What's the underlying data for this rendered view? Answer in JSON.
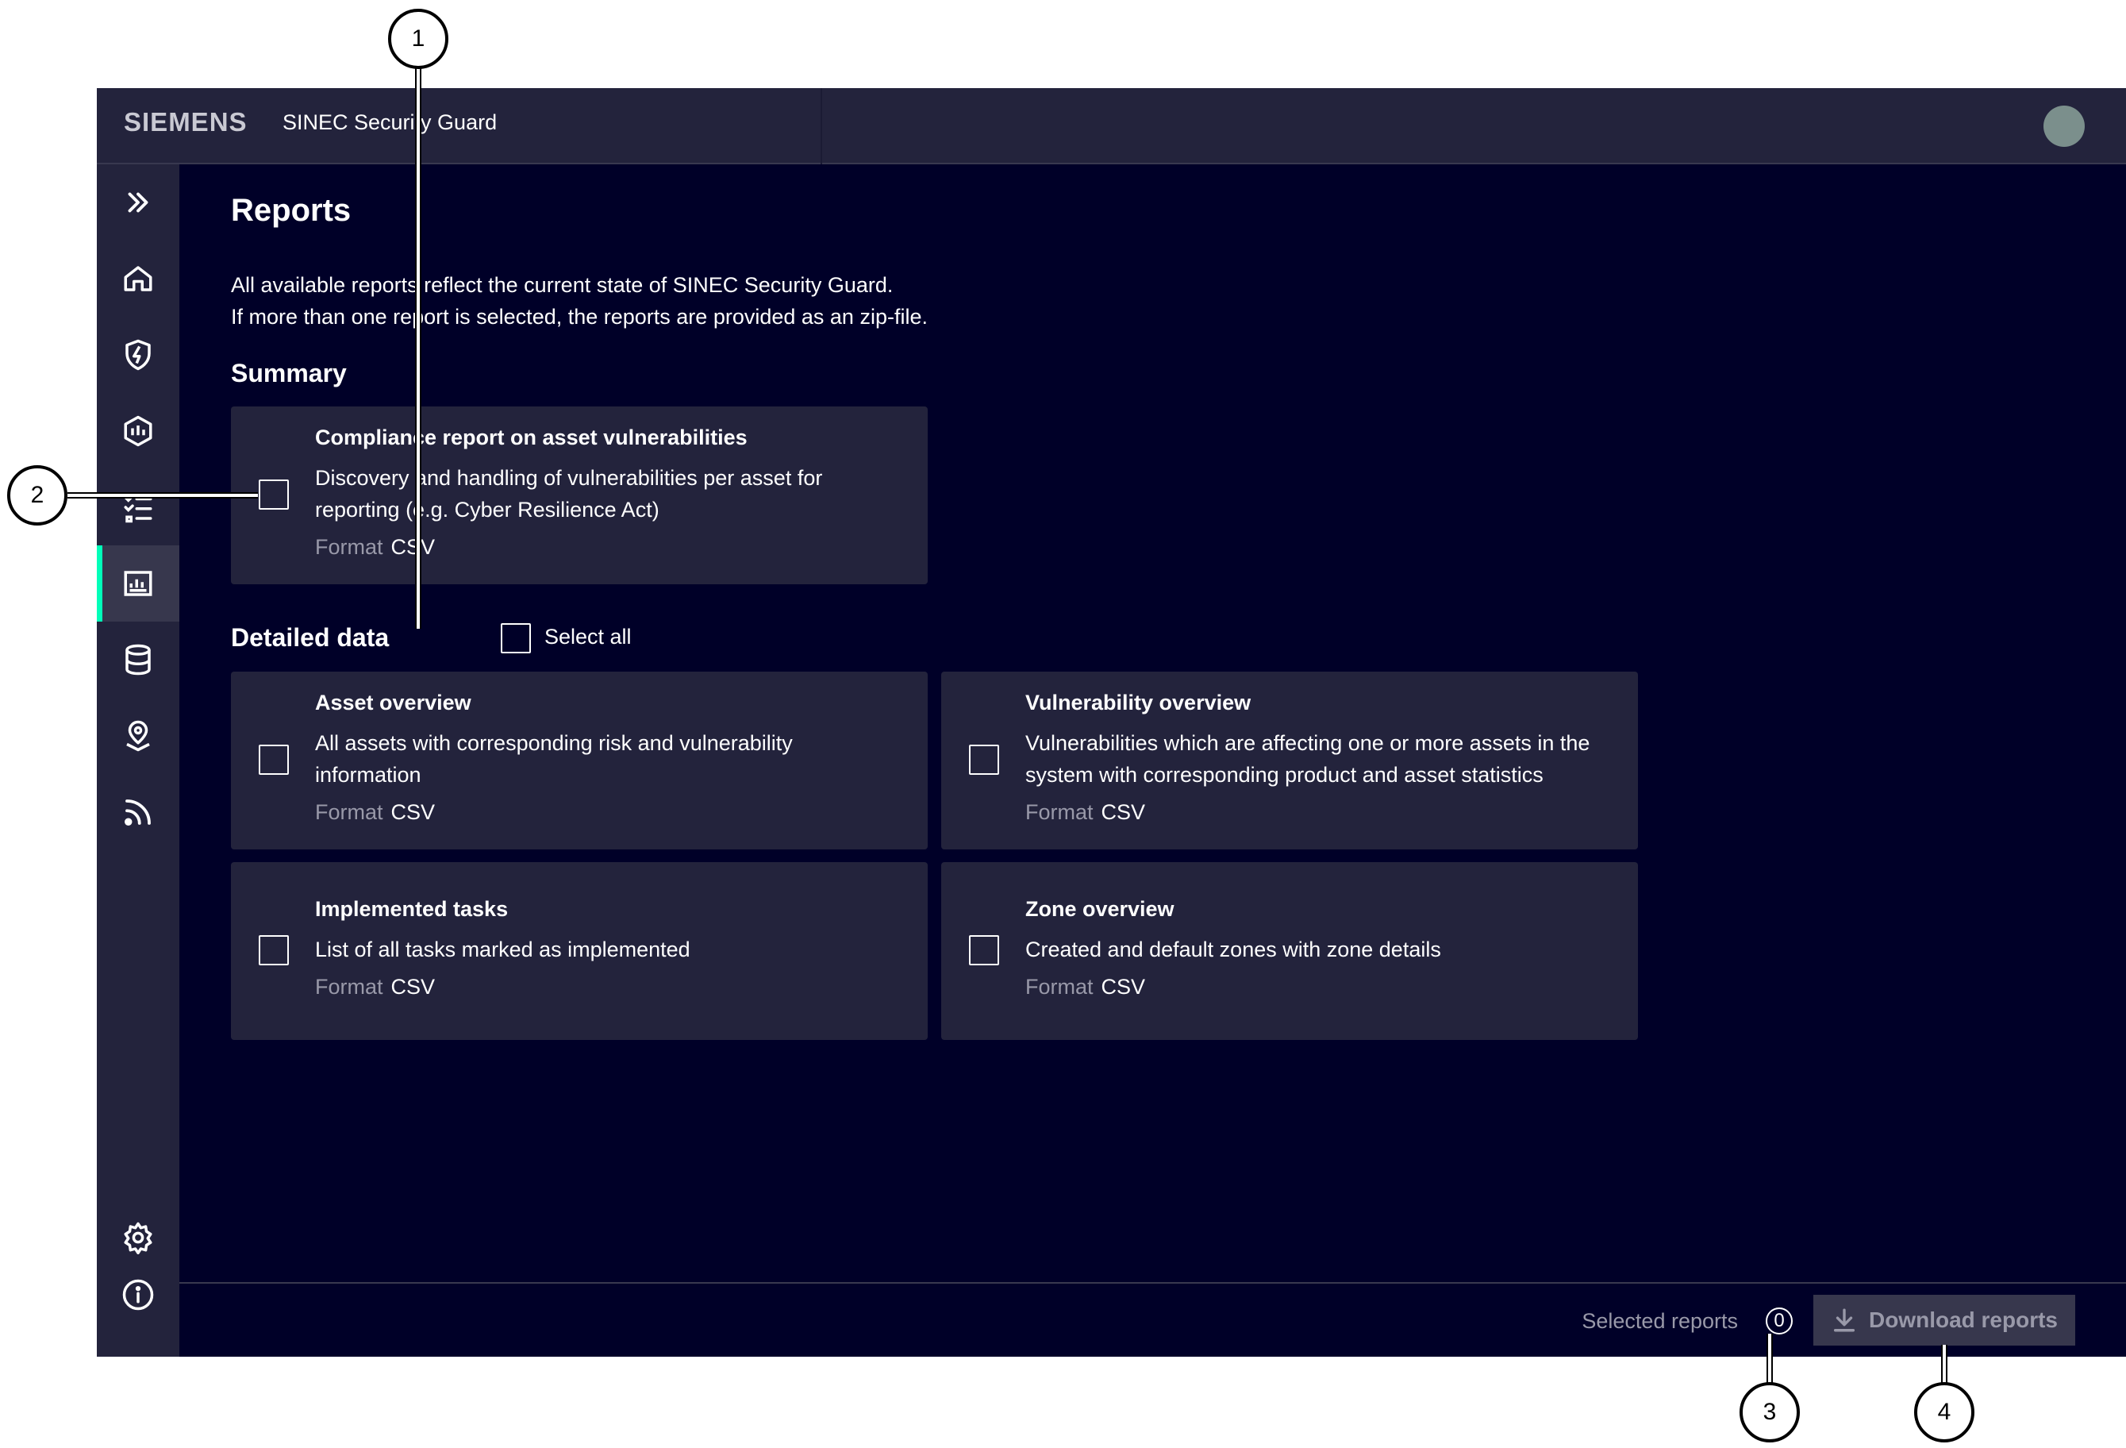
{
  "header": {
    "brand": "SIEMENS",
    "app_title": "SINEC Security Guard"
  },
  "sidebar": {
    "items": [
      {
        "icon": "expand-icon"
      },
      {
        "icon": "home-icon"
      },
      {
        "icon": "shield-bolt-icon"
      },
      {
        "icon": "risk-chart-shield-icon"
      },
      {
        "icon": "task-list-icon"
      },
      {
        "icon": "reports-icon",
        "active": true
      },
      {
        "icon": "database-icon"
      },
      {
        "icon": "location-pin-icon"
      },
      {
        "icon": "feed-icon"
      },
      {
        "icon": "settings-icon"
      },
      {
        "icon": "info-icon"
      }
    ]
  },
  "page": {
    "title": "Reports",
    "description_line1": "All available reports reflect the current state of SINEC Security Guard.",
    "description_line2": "If more than one report is selected, the reports are provided as an zip-file."
  },
  "summary": {
    "title": "Summary",
    "cards": [
      {
        "title": "Compliance report on asset vulnerabilities",
        "description": "Discovery and handling of vulnerabilities per asset for reporting (e.g. Cyber Resilience Act)",
        "format_label": "Format",
        "format_value": "CSV"
      }
    ]
  },
  "detailed": {
    "title": "Detailed data",
    "select_all": "Select all",
    "cards": [
      {
        "title": "Asset overview",
        "description": "All assets with corresponding risk and vulnerability information",
        "format_label": "Format",
        "format_value": "CSV"
      },
      {
        "title": "Vulnerability overview",
        "description": "Vulnerabilities which are affecting one or more assets in the system with corresponding product and asset statistics",
        "format_label": "Format",
        "format_value": "CSV"
      },
      {
        "title": "Implemented tasks",
        "description": "List of all tasks marked as implemented",
        "format_label": "Format",
        "format_value": "CSV"
      },
      {
        "title": "Zone overview",
        "description": "Created and default zones with zone details",
        "format_label": "Format",
        "format_value": "CSV"
      }
    ]
  },
  "footer": {
    "selected_label": "Selected reports",
    "selected_count": "0",
    "download_label": "Download reports"
  },
  "callouts": [
    "1",
    "2",
    "3",
    "4"
  ],
  "colors": {
    "background": "#000028",
    "panel": "#23233c",
    "accent": "#00ffb9",
    "muted_text": "#9999a9"
  }
}
